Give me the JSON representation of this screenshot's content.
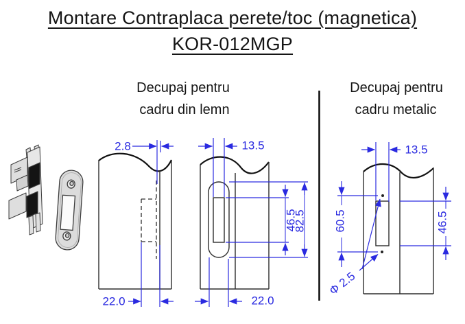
{
  "title": {
    "line1": "Montare Contraplaca perete/toc (magnetica)",
    "line2": "KOR-012MGP"
  },
  "sections": {
    "wood": {
      "heading_line1": "Decupaj pentru",
      "heading_line2": "cadru din lemn"
    },
    "metal": {
      "heading_line1": "Decupaj pentru",
      "heading_line2": "cadru metalic"
    }
  },
  "dimensions": {
    "wood_side": {
      "edge_offset": "2.8",
      "cutout_width": "22.0"
    },
    "wood_front": {
      "slot_width": "13.5",
      "slot_height": "46.5",
      "plate_height": "82.5",
      "plate_width": "22.0"
    },
    "metal_front": {
      "slot_width": "13.5",
      "hole_spacing": "60.5",
      "slot_height": "46.5",
      "hole_diameter": "Φ 2.5"
    }
  },
  "colors": {
    "dimension_blue": "#2a2ae0",
    "drawing_black": "#222222"
  }
}
